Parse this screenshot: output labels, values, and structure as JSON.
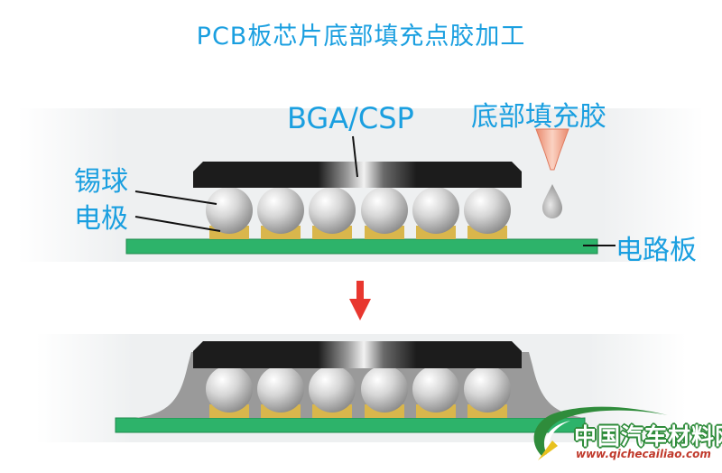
{
  "title": "PCB板芯片底部填充点胶加工",
  "labels": {
    "chip": "BGA/CSP",
    "underfill_glue": "底部填充胶",
    "solder_ball": "锡球",
    "electrode": "电极",
    "pcb": "电路板"
  },
  "logo": {
    "text": "中国汽车材料网",
    "url": "www.qichecailiao.com"
  },
  "diagram": {
    "ball_count": 6
  },
  "colors": {
    "label_blue": "#1a9fe0",
    "board_green": "#2db36a",
    "chip_black": "#1c1c1c",
    "solder_gold": "#d9b64c",
    "underfill_gray": "#9a9a9a",
    "nozzle_pink": "#f3a48a",
    "arrow_red": "#e8372f",
    "logo_green": "#2f8c3b",
    "logo_red": "#c0392b"
  }
}
